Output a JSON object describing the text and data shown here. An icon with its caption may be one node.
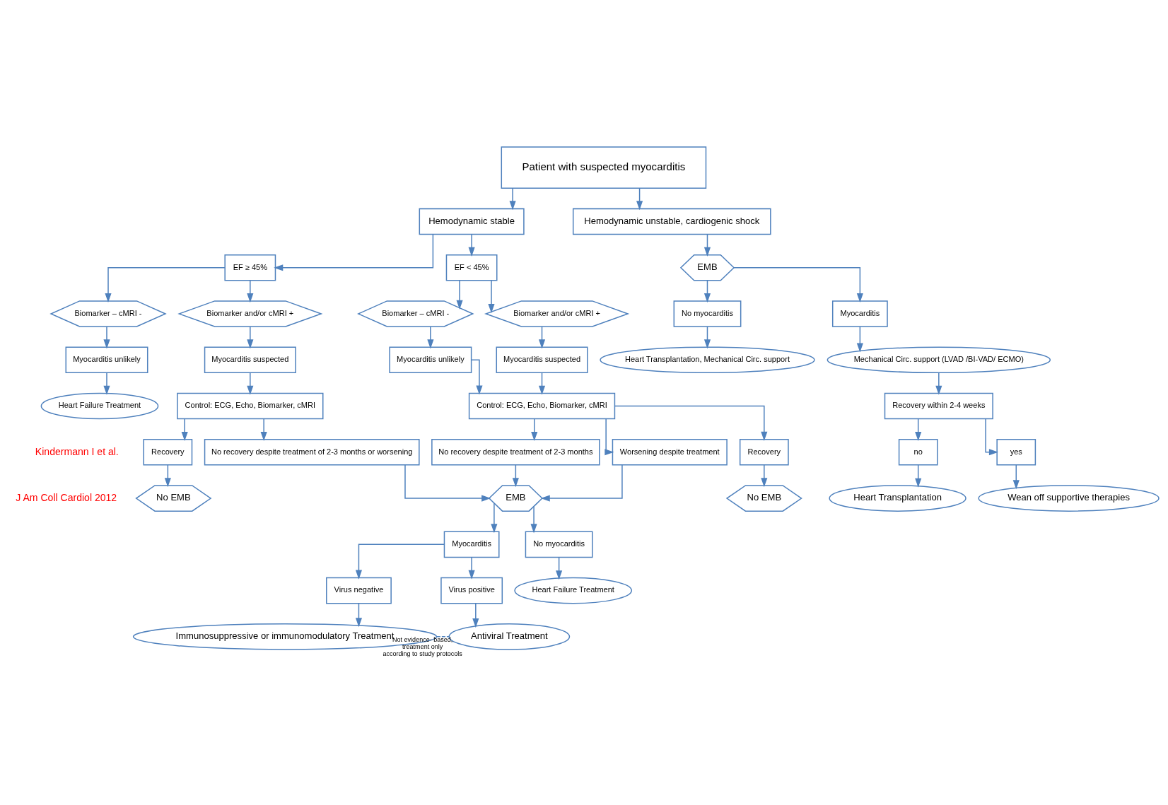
{
  "diagram": {
    "nodes": [
      {
        "text": [
          "Patient with suspected myocarditis"
        ]
      },
      {
        "text": [
          "Hemodynamic stable"
        ]
      },
      {
        "text": [
          "Hemodynamic unstable, cardiogenic shock"
        ]
      },
      {
        "text": [
          "EF ≥ 45%"
        ]
      },
      {
        "text": [
          "EF < 45%"
        ]
      },
      {
        "text": [
          "EMB"
        ]
      },
      {
        "text": [
          "Biomarker – cMRI -"
        ]
      },
      {
        "text": [
          "Biomarker and/or cMRI +"
        ]
      },
      {
        "text": [
          "Biomarker – cMRI -"
        ]
      },
      {
        "text": [
          "Biomarker and/or cMRI +"
        ]
      },
      {
        "text": [
          "No myocarditis"
        ]
      },
      {
        "text": [
          "Myocarditis"
        ]
      },
      {
        "text": [
          "Myocarditis unlikely"
        ]
      },
      {
        "text": [
          "Myocarditis suspected"
        ]
      },
      {
        "text": [
          "Myocarditis unlikely"
        ]
      },
      {
        "text": [
          "Myocarditis suspected"
        ]
      },
      {
        "text": [
          "Heart Transplantation, Mechanical Circ. support"
        ]
      },
      {
        "text": [
          "Mechanical Circ. support (LVAD /BI-VAD/ ECMO)"
        ]
      },
      {
        "text": [
          "Control: ECG, Echo, Biomarker, cMRI"
        ]
      },
      {
        "text": [
          "Control: ECG, Echo, Biomarker, cMRI"
        ]
      },
      {
        "text": [
          "Recovery within 2-4 weeks"
        ]
      },
      {
        "text": [
          "Recovery"
        ]
      },
      {
        "text": [
          "No recovery despite treatment of 2-3 months or worsening"
        ]
      },
      {
        "text": [
          "Recovery"
        ]
      },
      {
        "text": [
          "No recovery despite treatment of 2-3 months"
        ]
      },
      {
        "text": [
          "Worsening despite treatment"
        ]
      },
      {
        "text": [
          "no"
        ]
      },
      {
        "text": [
          "yes"
        ]
      },
      {
        "text": [
          "No EMB"
        ]
      },
      {
        "text": [
          "No EMB"
        ]
      },
      {
        "text": [
          "EMB"
        ]
      },
      {
        "text": [
          "Heart Transplantation"
        ]
      },
      {
        "text": [
          "Wean off supportive therapies"
        ]
      },
      {
        "text": [
          "Heart Failure Treatment"
        ]
      },
      {
        "text": [
          "Myocarditis"
        ]
      },
      {
        "text": [
          "No myocarditis"
        ]
      },
      {
        "text": [
          "Virus negative"
        ]
      },
      {
        "text": [
          "Virus positive"
        ]
      },
      {
        "text": [
          "Heart Failure Treatment"
        ]
      },
      {
        "text": [
          "Immunosuppressive or immunomodulatory Treatment"
        ]
      },
      {
        "text": [
          "Antiviral Treatment"
        ]
      }
    ],
    "edges": [
      {
        "from": 0,
        "to": 1,
        "arrow": "to"
      },
      {
        "from": 0,
        "to": 2,
        "arrow": "to"
      },
      {
        "from": 1,
        "to": 3,
        "arrow": "to"
      },
      {
        "from": 1,
        "to": 4,
        "arrow": "to"
      },
      {
        "from": 2,
        "to": 5,
        "arrow": "to"
      },
      {
        "from": 5,
        "to": 10,
        "arrow": "to"
      },
      {
        "from": 5,
        "to": 11,
        "arrow": "to"
      },
      {
        "from": 3,
        "to": 6,
        "arrow": "to"
      },
      {
        "from": 3,
        "to": 7,
        "arrow": "to"
      },
      {
        "from": 4,
        "to": 8,
        "arrow": "to"
      },
      {
        "from": 4,
        "to": 9,
        "arrow": "to"
      },
      {
        "from": 6,
        "to": 12,
        "arrow": "to"
      },
      {
        "from": 7,
        "to": 13,
        "arrow": "to"
      },
      {
        "from": 8,
        "to": 14,
        "arrow": "to"
      },
      {
        "from": 9,
        "to": 15,
        "arrow": "to"
      },
      {
        "from": 10,
        "to": 16,
        "arrow": "to"
      },
      {
        "from": 11,
        "to": 17,
        "arrow": "to"
      },
      {
        "from": 12,
        "to": 33,
        "arrow": "to"
      },
      {
        "from": 13,
        "to": 18,
        "arrow": "to"
      },
      {
        "from": 14,
        "to": 19,
        "arrow": "to"
      },
      {
        "from": 15,
        "to": 19,
        "arrow": "to"
      },
      {
        "from": 17,
        "to": 20,
        "arrow": "to"
      },
      {
        "from": 18,
        "to": 21,
        "arrow": "to"
      },
      {
        "from": 18,
        "to": 22,
        "arrow": "to"
      },
      {
        "from": 19,
        "to": 23,
        "arrow": "to"
      },
      {
        "from": 19,
        "to": 24,
        "arrow": "to"
      },
      {
        "from": 19,
        "to": 25,
        "arrow": "to"
      },
      {
        "from": 20,
        "to": 26,
        "arrow": "to"
      },
      {
        "from": 20,
        "to": 27,
        "arrow": "to"
      },
      {
        "from": 21,
        "to": 28,
        "arrow": "to"
      },
      {
        "from": 23,
        "to": 29,
        "arrow": "to"
      },
      {
        "from": 22,
        "to": 30,
        "arrow": "to"
      },
      {
        "from": 24,
        "to": 30,
        "arrow": "to"
      },
      {
        "from": 25,
        "to": 30,
        "arrow": "to"
      },
      {
        "from": 26,
        "to": 31,
        "arrow": "to"
      },
      {
        "from": 27,
        "to": 32,
        "arrow": "to"
      },
      {
        "from": 30,
        "to": 34,
        "arrow": "to"
      },
      {
        "from": 30,
        "to": 35,
        "arrow": "to"
      },
      {
        "from": 34,
        "to": 36,
        "arrow": "to"
      },
      {
        "from": 34,
        "to": 37,
        "arrow": "to"
      },
      {
        "from": 35,
        "to": 38,
        "arrow": "to"
      },
      {
        "from": 36,
        "to": 39,
        "arrow": "to"
      },
      {
        "from": 37,
        "to": 40,
        "arrow": "to"
      },
      {
        "from": 39,
        "to": 40,
        "arrow": "none",
        "style": "dashed",
        "label": "Not evidence- based, treatment only according to study protocols"
      }
    ],
    "labels": [
      "Kindermann I et al.",
      "J Am Coll Cardiol 2012"
    ]
  }
}
